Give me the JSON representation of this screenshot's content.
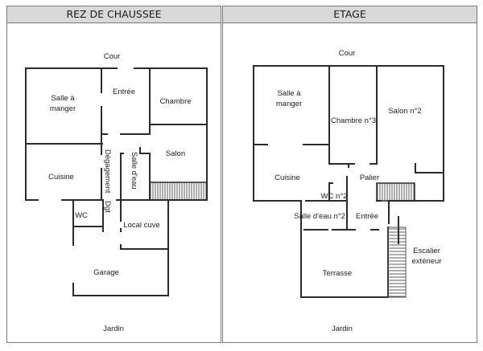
{
  "panels": [
    {
      "title": "REZ DE CHAUSSEE",
      "top_label": "Cour",
      "bottom_label": "Jardin",
      "rooms": [
        {
          "name": "Salle à",
          "name2": "manger"
        },
        {
          "name": "Entrée"
        },
        {
          "name": "Chambre"
        },
        {
          "name": "Salon"
        },
        {
          "name": "Cuisine"
        },
        {
          "name": "Dégagement"
        },
        {
          "name": "Salle d'eau"
        },
        {
          "name": "Dgt"
        },
        {
          "name": "WC"
        },
        {
          "name": "Local cuve"
        },
        {
          "name": "Garage"
        }
      ]
    },
    {
      "title": "ETAGE",
      "top_label": "Cour",
      "bottom_label": "Jardin",
      "rooms": [
        {
          "name": "Salle à",
          "name2": "manger"
        },
        {
          "name": "Chambre n°3"
        },
        {
          "name": "Salon n°2"
        },
        {
          "name": "Cuisine"
        },
        {
          "name": "Palier"
        },
        {
          "name": "WC n°2"
        },
        {
          "name": "Salle d'eau n°2"
        },
        {
          "name": "Entrée"
        },
        {
          "name": "Escalier",
          "name2": "extérieur"
        },
        {
          "name": "Terrasse"
        }
      ]
    }
  ]
}
